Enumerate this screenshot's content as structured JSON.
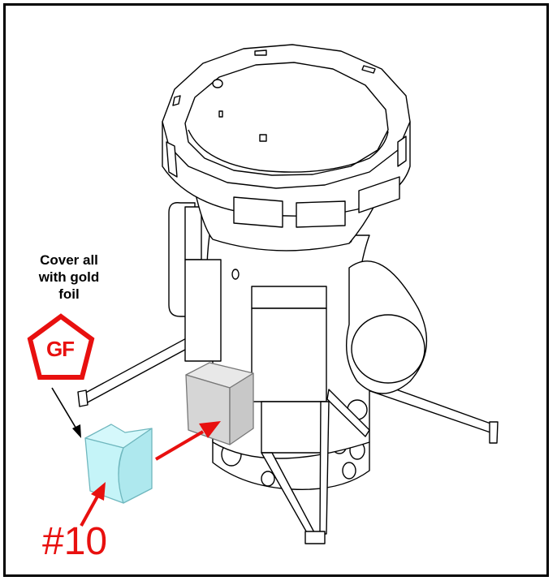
{
  "instruction": {
    "lines": [
      "Cover all",
      "with gold",
      "foil"
    ]
  },
  "badge": {
    "text": "GF",
    "color": "#e8100f"
  },
  "part": {
    "label": "#10",
    "color": "#e8100f",
    "cube_color": "#bff3f7",
    "placeholder_color": "#d9d9d9"
  }
}
